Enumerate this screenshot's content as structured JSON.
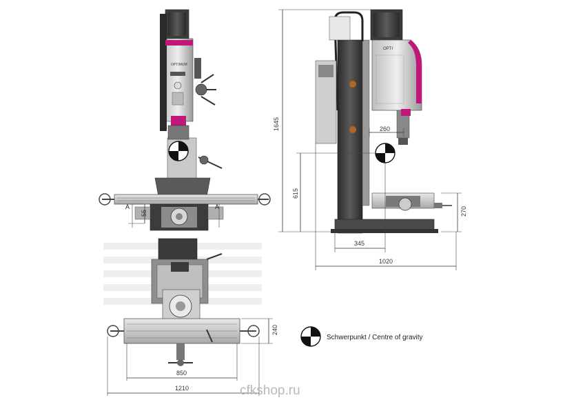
{
  "labels": {
    "brand": "OPTIMUM",
    "brand_side": "OPTI",
    "section_mark_left": "A",
    "section_mark_right": "A"
  },
  "dimensions": {
    "dim_55": "55",
    "dim_1645": "1645",
    "dim_615": "615",
    "dim_260": "260",
    "dim_270": "270",
    "dim_345": "345",
    "dim_1020": "1020",
    "dim_240": "240",
    "dim_850": "850",
    "dim_1210": "1210"
  },
  "legend": {
    "text": "Schwerpunkt / Centre of gravity"
  },
  "watermark": "cfkshop.ru",
  "colors": {
    "accent": "#c0187a",
    "machine_dark": "#3a3a3a",
    "machine_mid": "#8a8a8a",
    "machine_light": "#d0d0d0"
  }
}
